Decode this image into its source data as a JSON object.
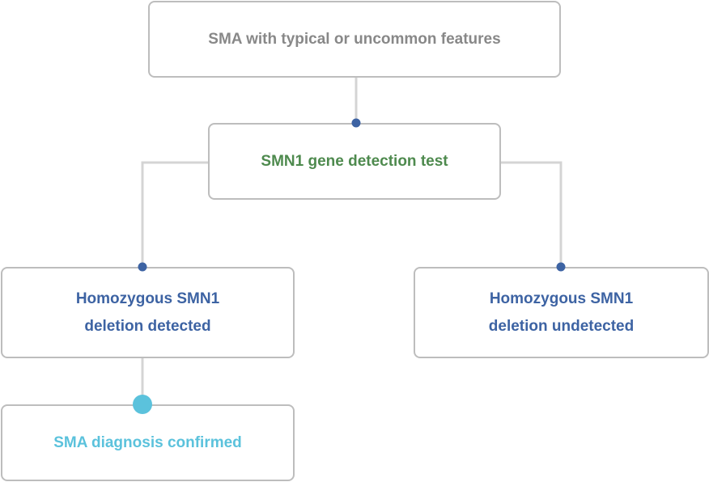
{
  "nodes": {
    "start": {
      "text": "SMA with typical or uncommon features"
    },
    "test": {
      "text": "SMN1 gene detection test"
    },
    "detected": {
      "line1": "Homozygous SMN1",
      "line2": "deletion detected"
    },
    "undetected": {
      "line1": "Homozygous SMN1",
      "line2": "deletion undetected"
    },
    "confirmed": {
      "text": "SMA diagnosis confirmed"
    }
  },
  "colors": {
    "connector": "#d4d4d4",
    "border": "#bdbdbd",
    "dot": "#3d63a3",
    "dot_confirmed": "#5bc2dc",
    "start_text": "#888888",
    "test_text": "#4e8a4e",
    "result_text": "#3d63a3",
    "confirmed_text": "#5bc2dc"
  }
}
